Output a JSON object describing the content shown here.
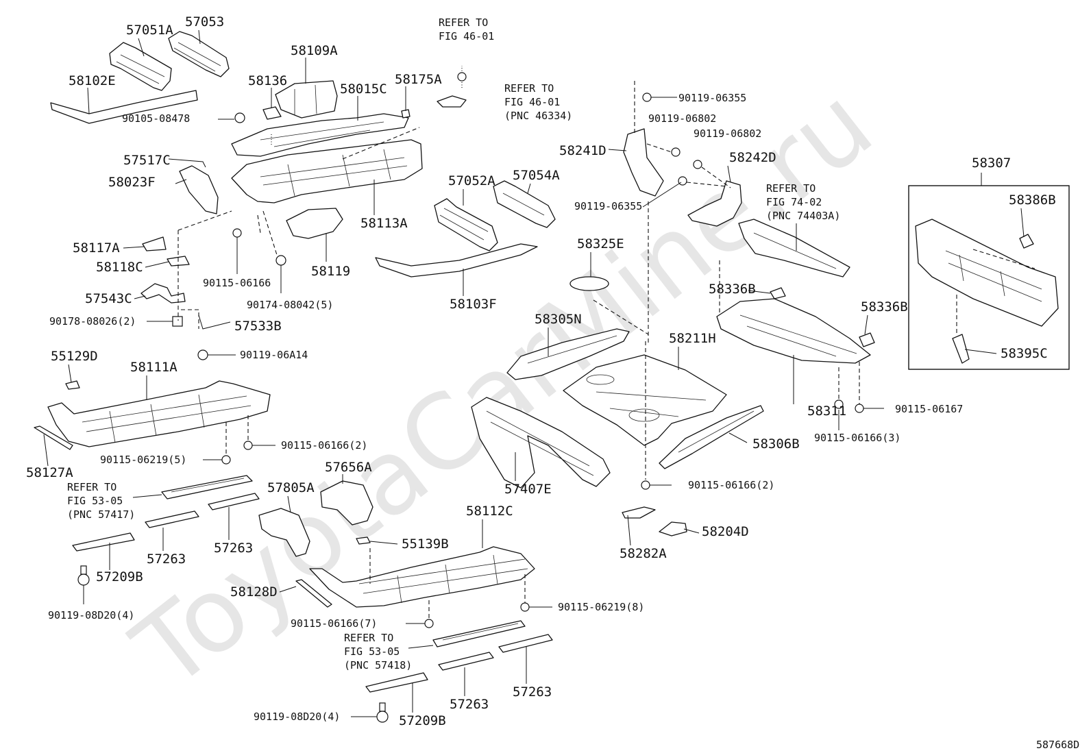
{
  "watermark": "ToyotaCarMine.ru",
  "diagram_code": "587668D",
  "labels": {
    "l_57051A": "57051A",
    "l_57053": "57053",
    "l_58102E": "58102E",
    "l_58109A": "58109A",
    "l_58136": "58136",
    "l_58015C": "58015C",
    "l_58175A": "58175A",
    "l_90105_08478": "90105-08478",
    "l_refer_46_a1": "REFER TO",
    "l_refer_46_a2": "FIG 46-01",
    "l_refer_46_b1": "REFER TO",
    "l_refer_46_b2": "FIG 46-01",
    "l_refer_46_b3": "(PNC 46334)",
    "l_57517C": "57517C",
    "l_58023F": "58023F",
    "l_58113A": "58113A",
    "l_57052A": "57052A",
    "l_57054A": "57054A",
    "l_58117A": "58117A",
    "l_58119": "58119",
    "l_58118C": "58118C",
    "l_90115_06166_a": "90115-06166",
    "l_90174_08042": "90174-08042(5)",
    "l_57543C": "57543C",
    "l_58103F": "58103F",
    "l_90178_08026": "90178-08026(2)",
    "l_57533B": "57533B",
    "l_90119_06A14": "90119-06A14",
    "l_55129D": "55129D",
    "l_58111A": "58111A",
    "l_90115_06166_2a": "90115-06166(2)",
    "l_90115_06219_5": "90115-06219(5)",
    "l_58127A": "58127A",
    "l_refer_53_a1": "REFER TO",
    "l_refer_53_a2": "FIG 53-05",
    "l_refer_53_a3": "(PNC 57417)",
    "l_57656A": "57656A",
    "l_57805A": "57805A",
    "l_57263_a": "57263",
    "l_57263_b": "57263",
    "l_57209B_a": "57209B",
    "l_90119_08D20_a": "90119-08D20(4)",
    "l_58112C": "58112C",
    "l_55139B": "55139B",
    "l_58128D": "58128D",
    "l_90115_06219_8": "90115-06219(8)",
    "l_90115_06166_7": "90115-06166(7)",
    "l_refer_53_b1": "REFER TO",
    "l_refer_53_b2": "FIG 53-05",
    "l_refer_53_b3": "(PNC 57418)",
    "l_57263_c": "57263",
    "l_57263_d": "57263",
    "l_57209B_b": "57209B",
    "l_90119_08D20_b": "90119-08D20(4)",
    "l_90119_06355_a": "90119-06355",
    "l_90119_06802_a": "90119-06802",
    "l_90119_06802_b": "90119-06802",
    "l_58241D": "58241D",
    "l_58242D": "58242D",
    "l_90119_06355_b": "90119-06355",
    "l_refer_74_1": "REFER TO",
    "l_refer_74_2": "FIG 74-02",
    "l_refer_74_3": "(PNC 74403A)",
    "l_58325E": "58325E",
    "l_58305N": "58305N",
    "l_58211H": "58211H",
    "l_58336B_a": "58336B",
    "l_58336B_b": "58336B",
    "l_58311": "58311",
    "l_90115_06167": "90115-06167",
    "l_90115_06166_3": "90115-06166(3)",
    "l_58306B": "58306B",
    "l_57407E": "57407E",
    "l_90115_06166_2b": "90115-06166(2)",
    "l_58282A": "58282A",
    "l_58204D": "58204D",
    "l_58307": "58307",
    "l_58386B": "58386B",
    "l_58395C": "58395C"
  }
}
